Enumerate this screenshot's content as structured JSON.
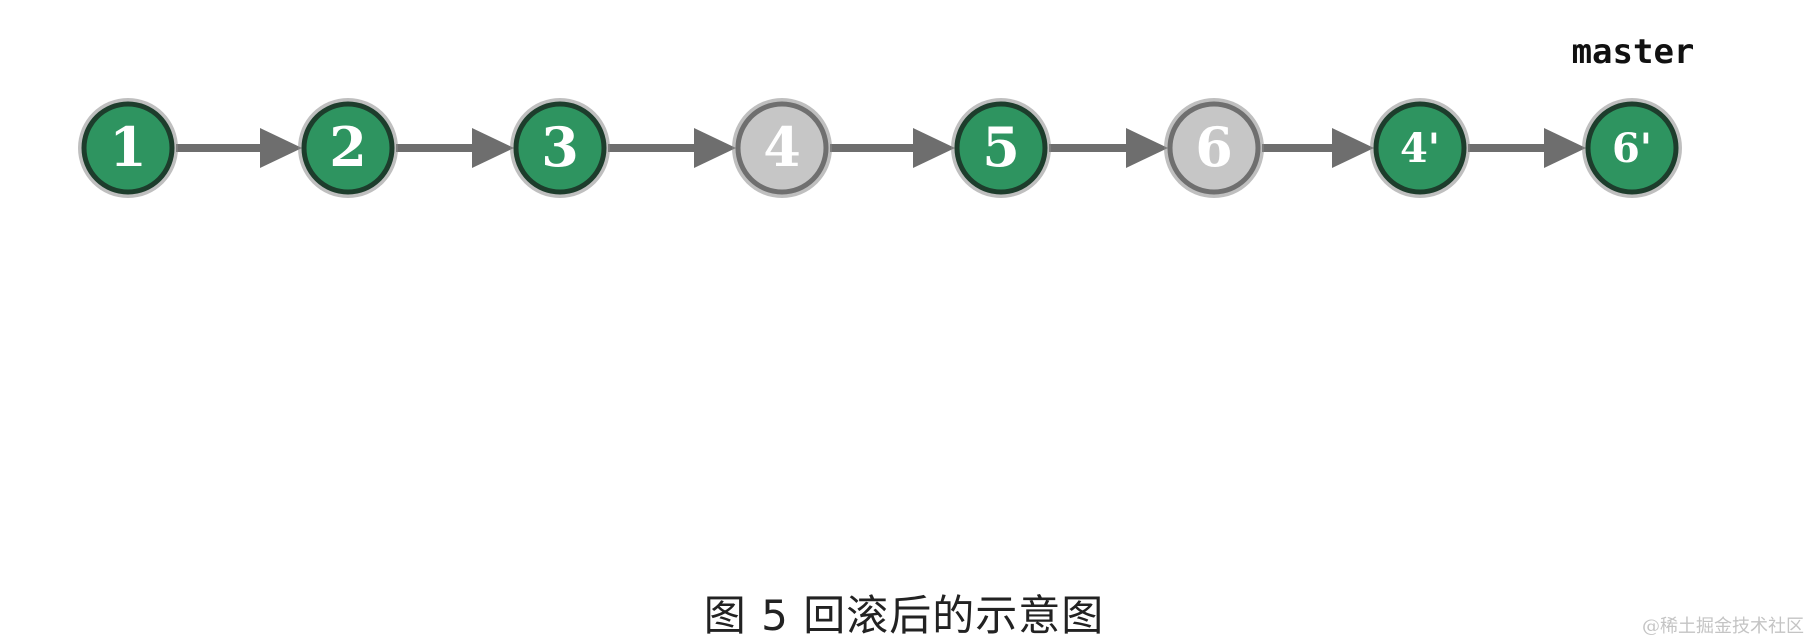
{
  "diagram": {
    "branch_label": "master",
    "commits": [
      {
        "label": "1",
        "state": "active"
      },
      {
        "label": "2",
        "state": "active"
      },
      {
        "label": "3",
        "state": "active"
      },
      {
        "label": "4",
        "state": "reverted"
      },
      {
        "label": "5",
        "state": "active"
      },
      {
        "label": "6",
        "state": "reverted"
      },
      {
        "label": "4'",
        "state": "active"
      },
      {
        "label": "6'",
        "state": "active"
      }
    ],
    "colors": {
      "active_fill": "#2e9460",
      "active_stroke": "#1d3d2c",
      "reverted_fill": "#c6c6c6",
      "reverted_stroke": "#6f6f6f",
      "arrow": "#6e6e6e",
      "halo": "#8a8a8a"
    }
  },
  "caption": "图 5 回滚后的示意图",
  "watermark": "@稀土掘金技术社区"
}
